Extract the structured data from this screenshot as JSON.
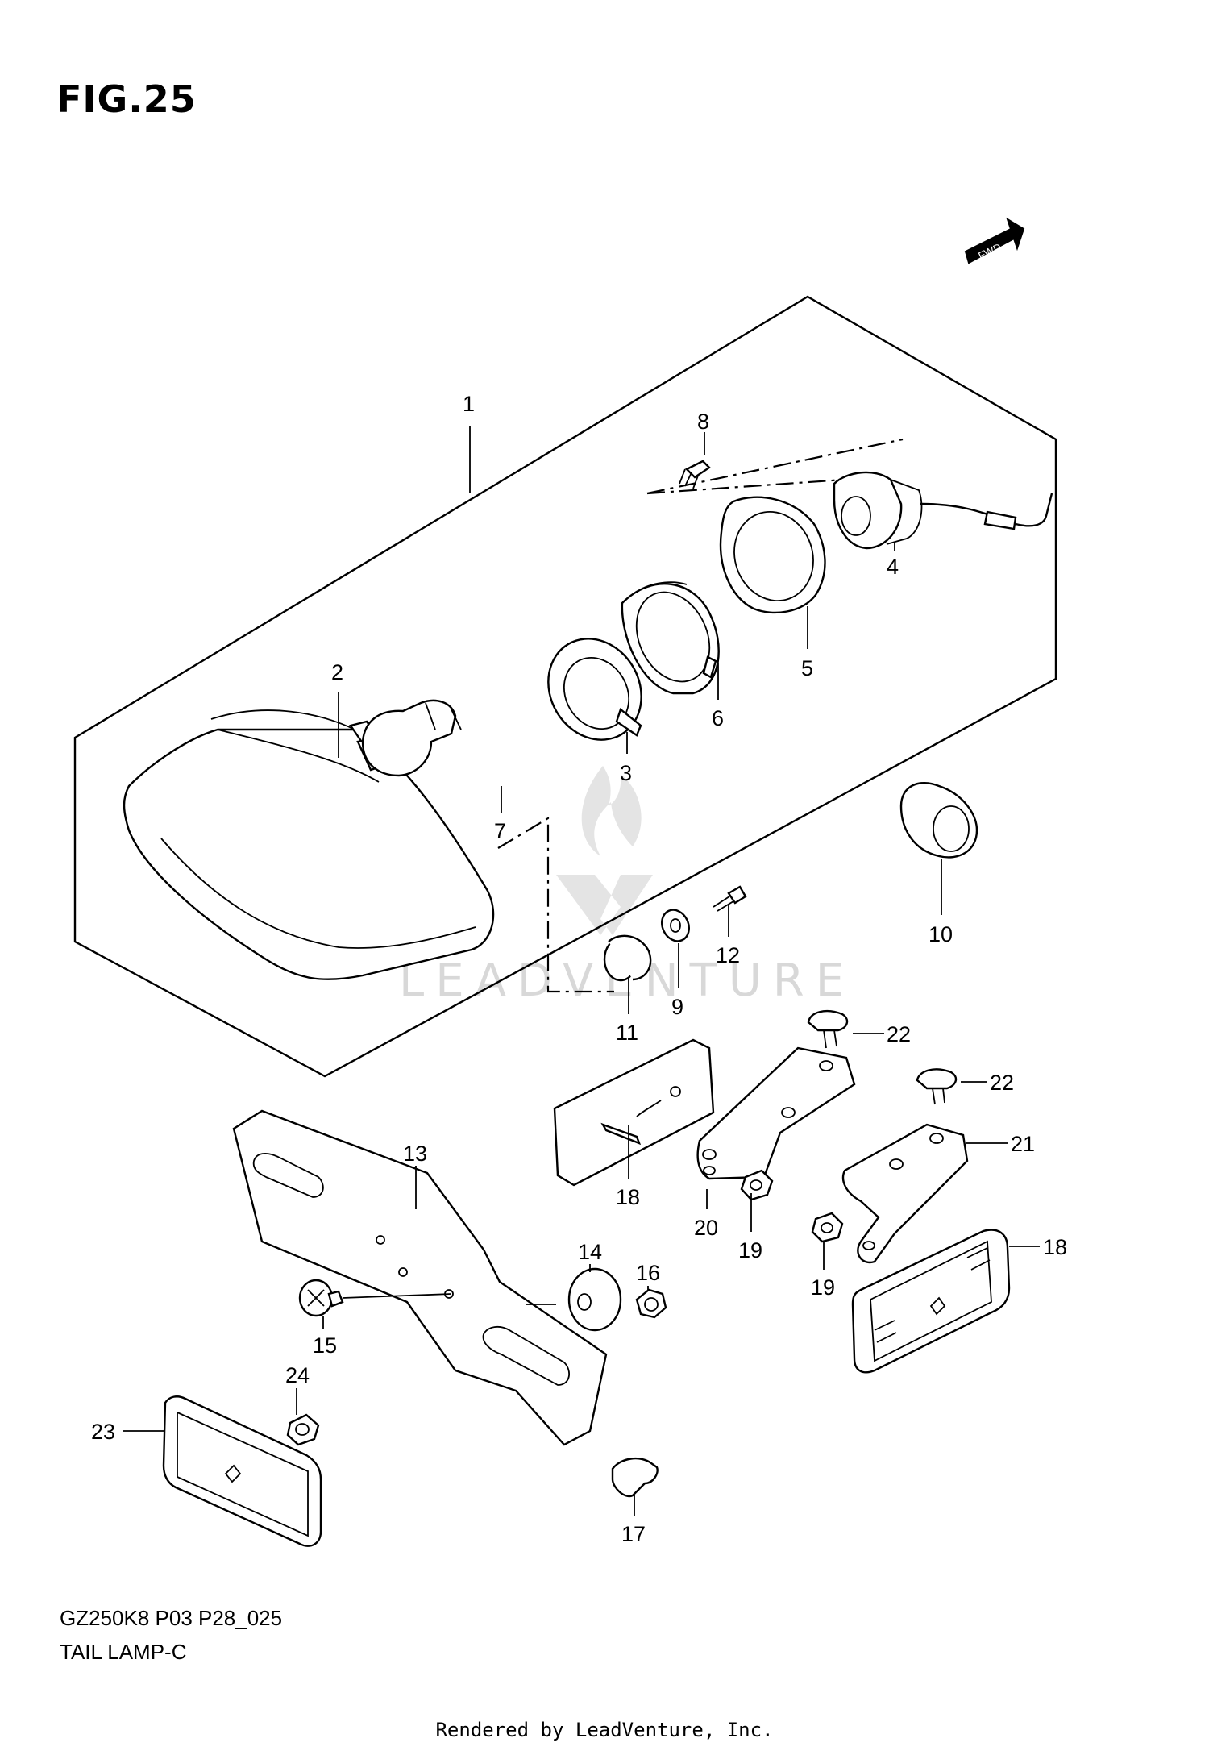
{
  "figure": {
    "title": "FIG.25",
    "diagram_code": "GZ250K8 P03 P28_025",
    "diagram_name": "TAIL LAMP-C",
    "credit": "Rendered by LeadVenture, Inc.",
    "fwd_label": "FWD",
    "watermark": "LEADVENTURE"
  },
  "callouts": {
    "n1": "1",
    "n2": "2",
    "n3": "3",
    "n4": "4",
    "n5": "5",
    "n6": "6",
    "n7": "7",
    "n8": "8",
    "n9": "9",
    "n10": "10",
    "n11": "11",
    "n12": "12",
    "n13": "13",
    "n14": "14",
    "n15": "15",
    "n16": "16",
    "n17": "17",
    "n18a": "18",
    "n18b": "18",
    "n19a": "19",
    "n19b": "19",
    "n20": "20",
    "n21": "21",
    "n22a": "22",
    "n22b": "22",
    "n23": "23",
    "n24": "24"
  },
  "icons": [
    "fwd-arrow-icon",
    "leadventure-watermark-icon"
  ]
}
